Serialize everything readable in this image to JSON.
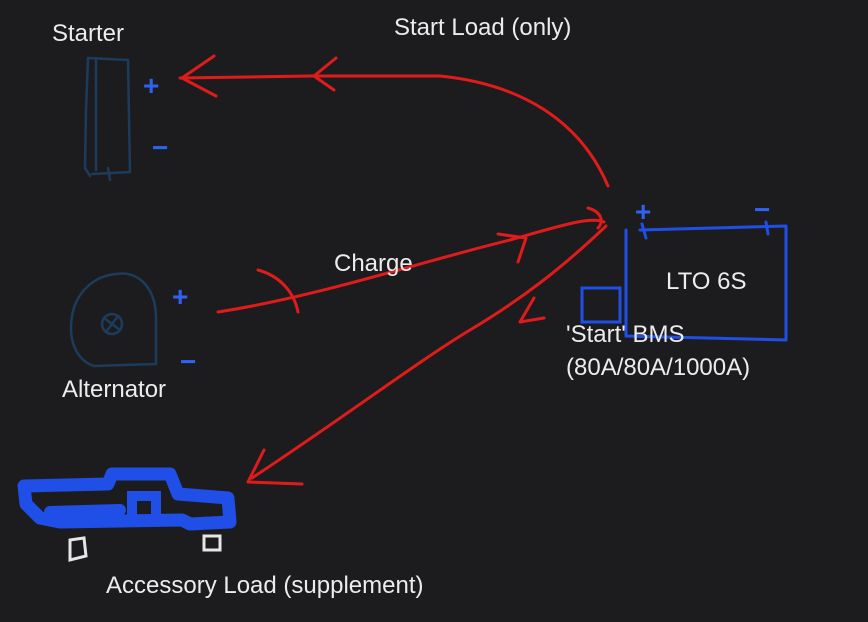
{
  "labels": {
    "starter": "Starter",
    "start_load": "Start Load (only)",
    "charge": "Charge",
    "battery": "LTO 6S",
    "bms_line1": "'Start' BMS",
    "bms_line2": "(80A/80A/1000A)",
    "alternator": "Alternator",
    "accessory_load": "Accessory Load (supplement)"
  },
  "symbols": {
    "plus": "+",
    "minus": "−"
  },
  "colors": {
    "background": "#1c1c1e",
    "text": "#ececec",
    "arrow": "#e01b1b",
    "battery": "#1f4fe6",
    "component_outline": "#1d3c5c",
    "terminal_sign": "#2f62f2",
    "truck": "#1f4fe6",
    "wheels": "#e6e6e6"
  },
  "icons": [
    "starter-icon",
    "alternator-icon",
    "battery-icon",
    "bms-icon",
    "truck-icon"
  ]
}
